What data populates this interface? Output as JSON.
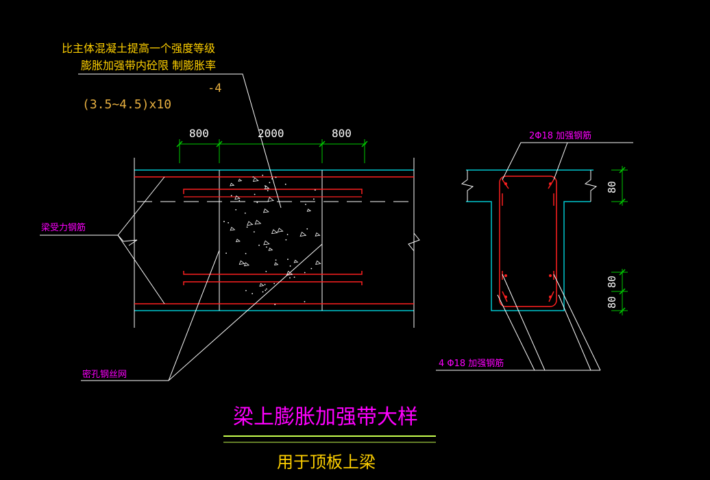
{
  "notes": {
    "line1": "比主体混凝土提高一个强度等级",
    "line2": "膨胀加强带内砼限 制膨胀率",
    "exponent": "-4",
    "ratio": "(3.5~4.5)x10"
  },
  "dims": {
    "left": "800",
    "mid": "2000",
    "right": "800",
    "sec_top": "80",
    "sec_bot1": "80",
    "sec_bot2": "80"
  },
  "labels": {
    "beam_rebar": "梁受力钢筋",
    "mesh": "密孔钢丝网",
    "top_rebar": "2Φ18 加强钢筋",
    "bot_rebar": "4 Φ18 加强钢筋"
  },
  "title": {
    "main": "梁上膨胀加强带大样",
    "sub": "用于顶板上梁"
  },
  "colors": {
    "cyan": "#00c8d0",
    "red": "#ff2020",
    "green": "#00cc00",
    "white": "#ffffff",
    "yellow": "#ffd000",
    "magenta": "#ff00ff",
    "gold": "#e8b040",
    "lime": "#c8ff50"
  }
}
